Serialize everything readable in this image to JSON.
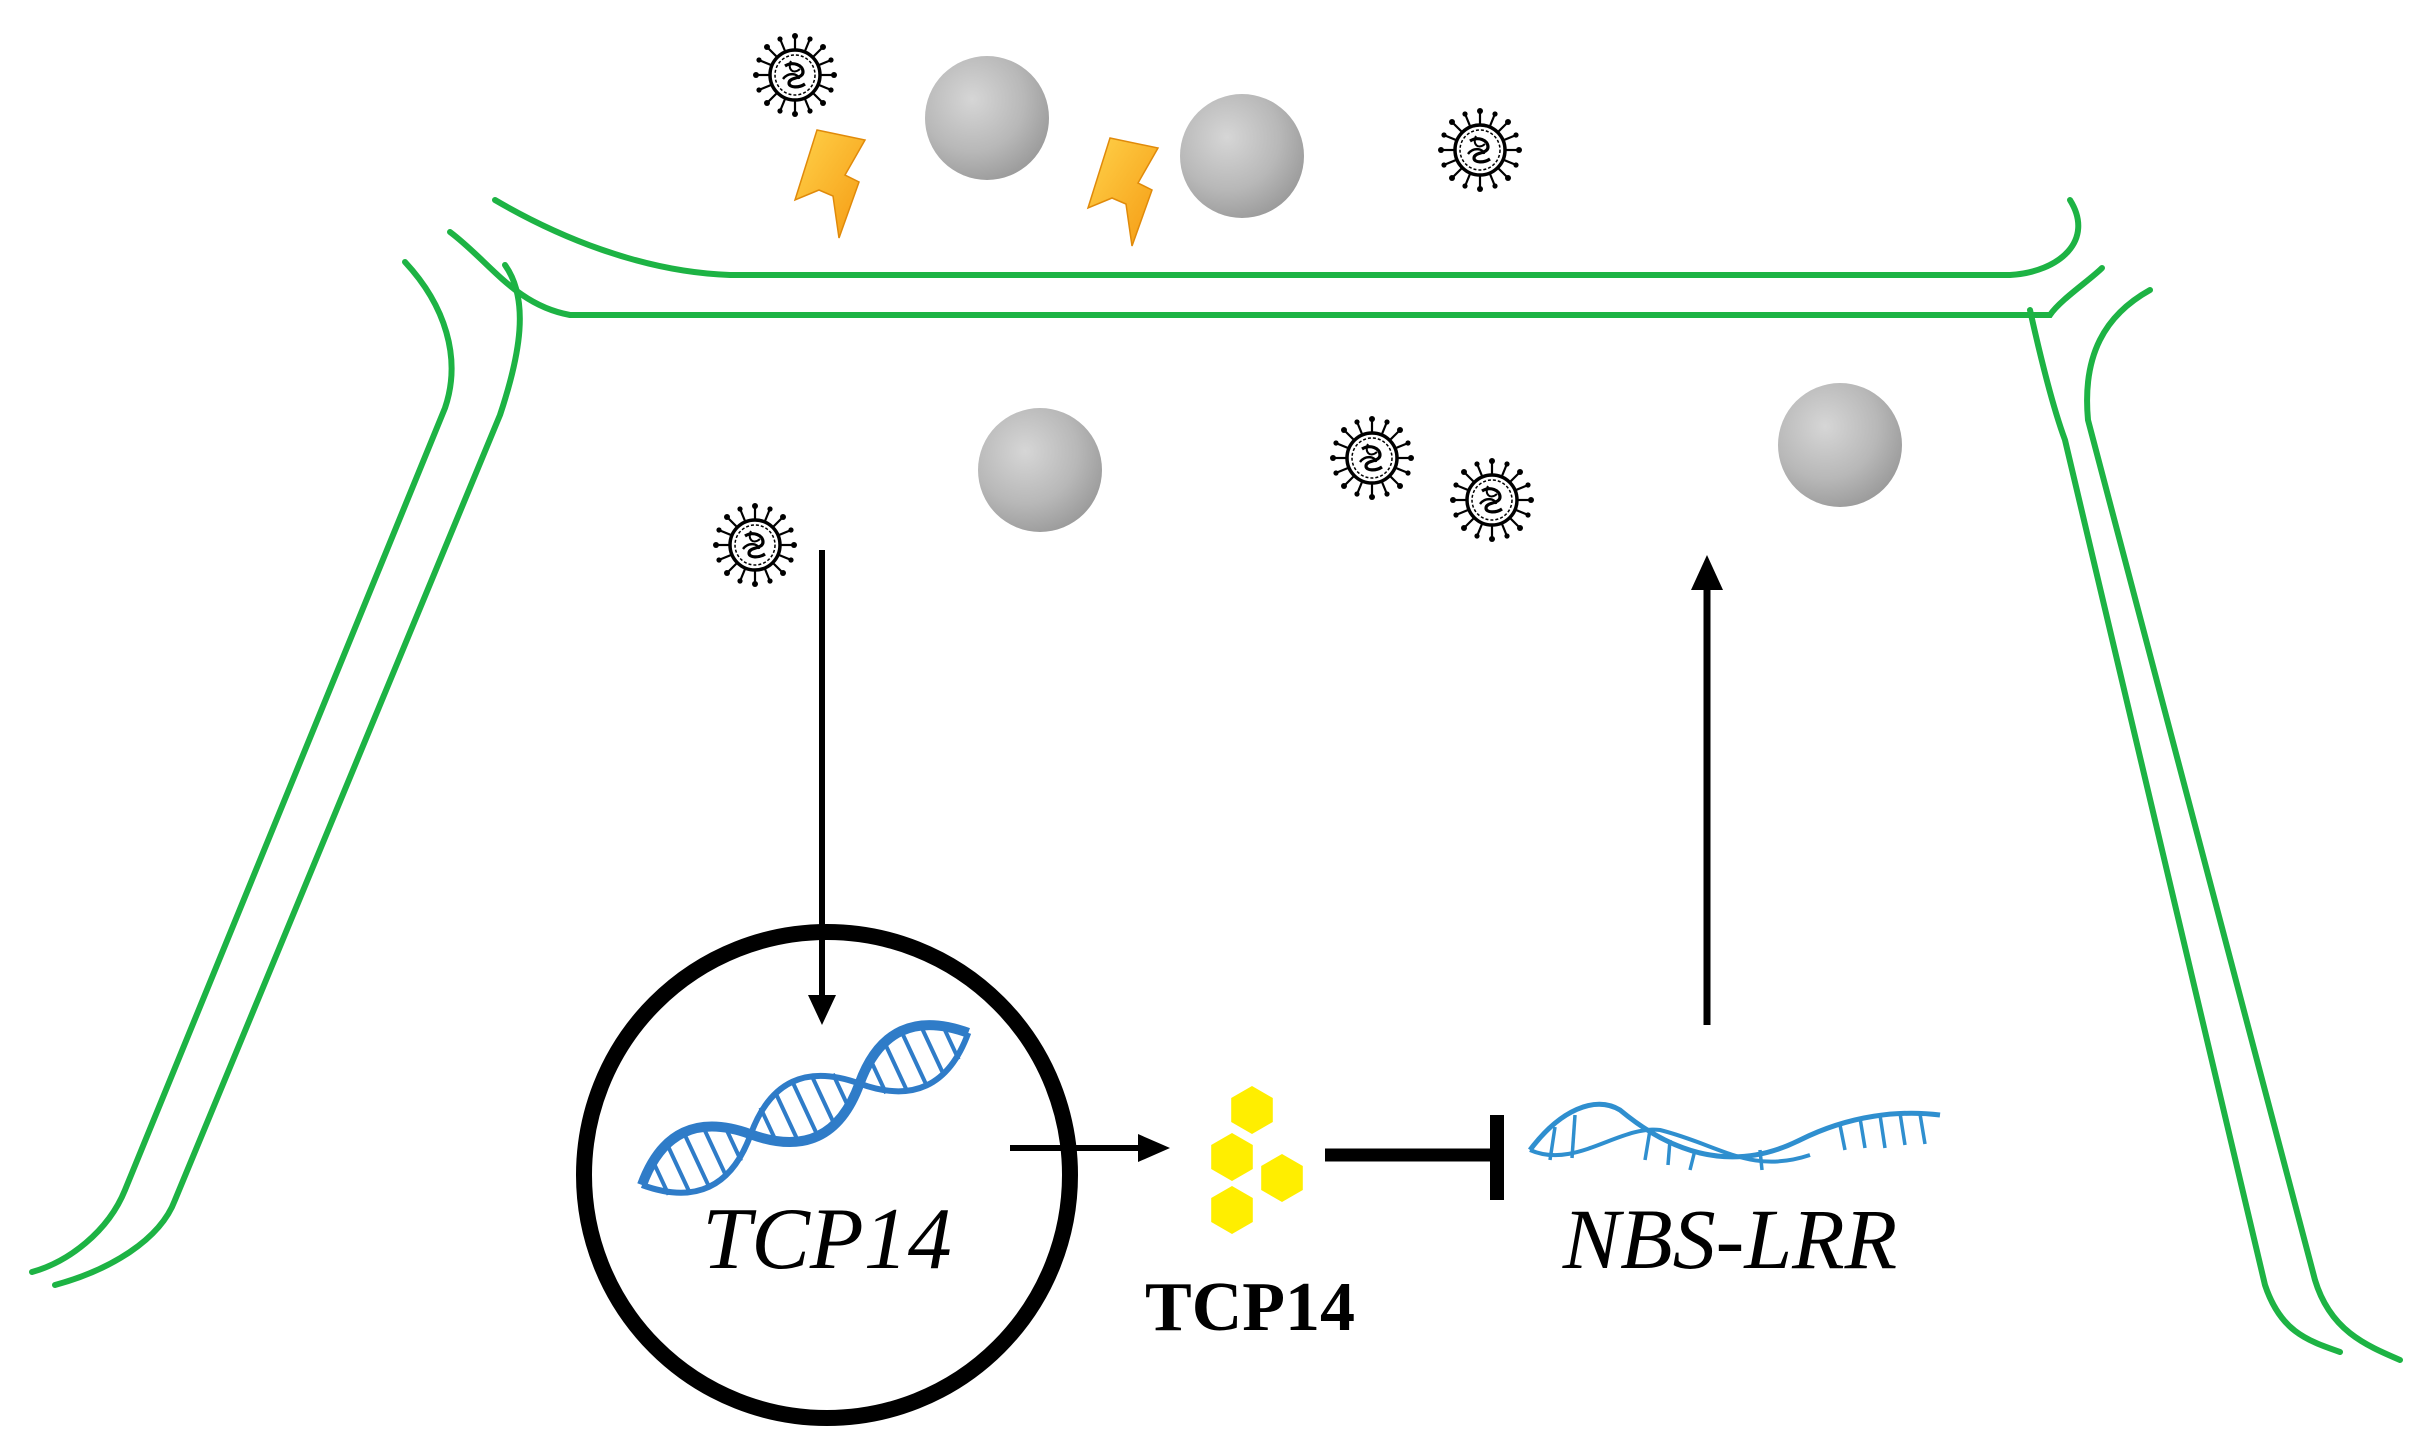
{
  "labels": {
    "gene_in_nucleus": "TCP14",
    "protein": "TCP14",
    "target_gene": "NBS-LRR"
  },
  "colors": {
    "membrane": "#1db344",
    "nucleus": "#000000",
    "dna": "#2f7cc8",
    "rna": "#2f8fcf",
    "protein": "#ffee00",
    "lightning": "#f5a623",
    "particle": "#b3b3b3",
    "arrow": "#000000"
  },
  "icons": {
    "virus": "virus-icon",
    "particle": "gray-sphere-particle",
    "damage": "lightning-bolt-icon",
    "dna": "dna-double-helix-icon",
    "rna": "rna-strand-icon"
  }
}
